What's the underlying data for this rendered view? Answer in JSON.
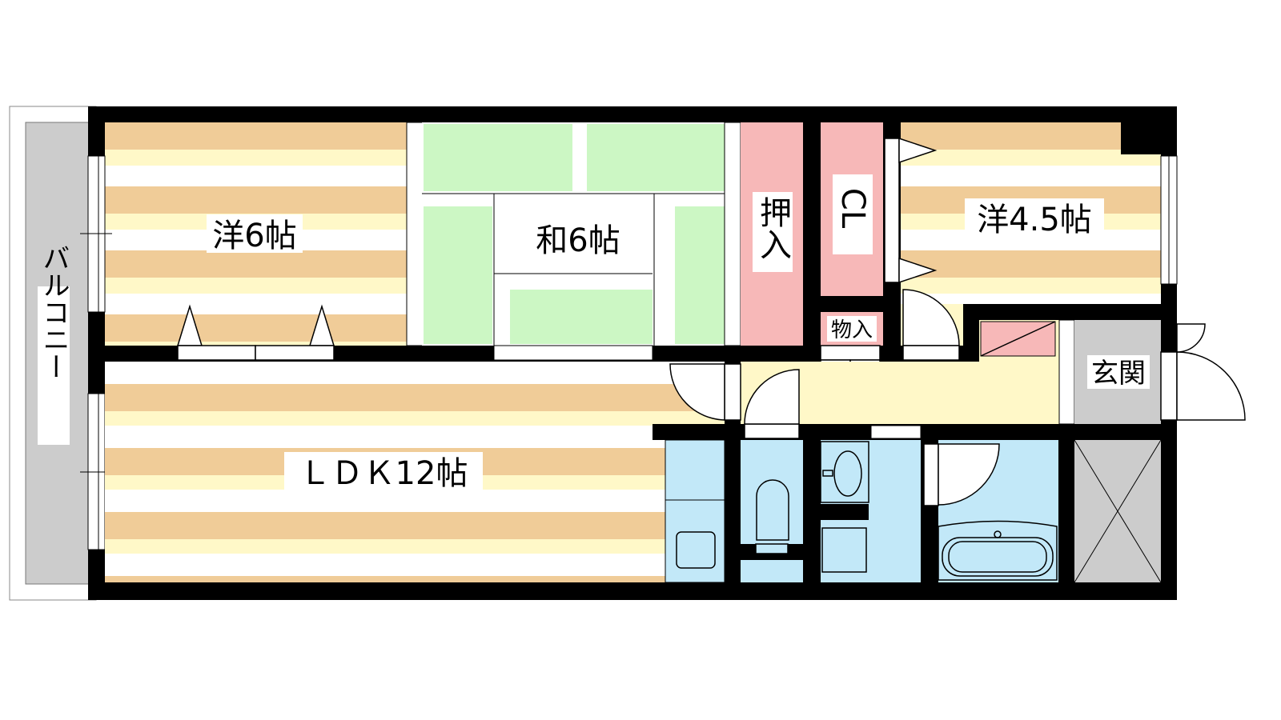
{
  "colors": {
    "wall": "#000000",
    "floor_wood_dark": "#f0cc98",
    "floor_wood_light": "#fff8c8",
    "tatami": "#ccf7c4",
    "storage": "#f7b8b8",
    "wet_area": "#c2e8f8",
    "hallway": "#fff8c8",
    "entrance": "#cccccc",
    "balcony": "#cccccc"
  },
  "rooms": {
    "balcony": "バルコニー",
    "western_6": "洋6帖",
    "japanese_6": "和6帖",
    "oshiire": "押入",
    "closet": "CL",
    "western_4_5": "洋4.5帖",
    "storage": "物入",
    "ldk": "ＬＤＫ12帖",
    "entrance": "玄関"
  }
}
